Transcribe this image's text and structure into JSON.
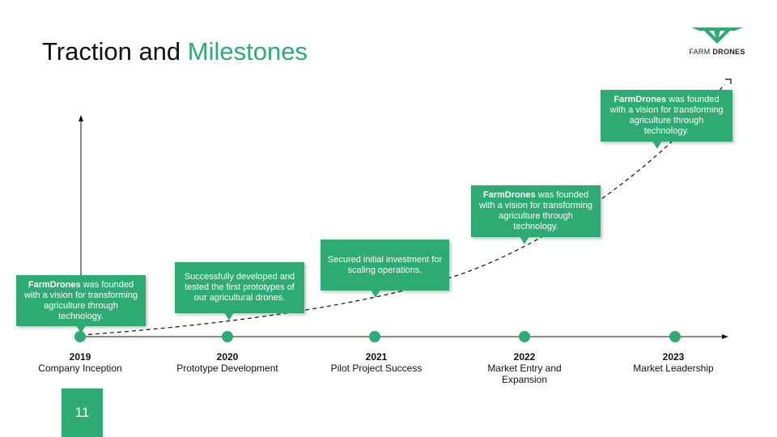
{
  "header": {
    "title_main": "Traction and ",
    "title_accent": "Milestones"
  },
  "logo": {
    "text_regular": "FARM ",
    "text_bold": "DRONES",
    "icon": "drone-wing-icon"
  },
  "milestones": [
    {
      "year": "2019",
      "label": "Company Inception",
      "bubble_bold": "FarmDrones",
      "bubble_text": " was founded with a vision for transforming agriculture through technology."
    },
    {
      "year": "2020",
      "label": "Prototype Development",
      "bubble_bold": "",
      "bubble_text": "Successfully developed and tested the first prototypes of our agricultural drones."
    },
    {
      "year": "2021",
      "label": "Pilot Project Success",
      "bubble_bold": "",
      "bubble_text": "Secured initial investment for scaling operations."
    },
    {
      "year": "2022",
      "label": "Market Entry and Expansion",
      "bubble_bold": "FarmDrones",
      "bubble_text": " was founded with a vision for transforming agriculture through technology."
    },
    {
      "year": "2023",
      "label": "Market Leadership",
      "bubble_bold": "FarmDrones",
      "bubble_text": " was founded with a vision for transforming agriculture through technology."
    }
  ],
  "footer": {
    "page_number": "11"
  },
  "colors": {
    "accent": "#2eaa73",
    "text": "#111111"
  }
}
